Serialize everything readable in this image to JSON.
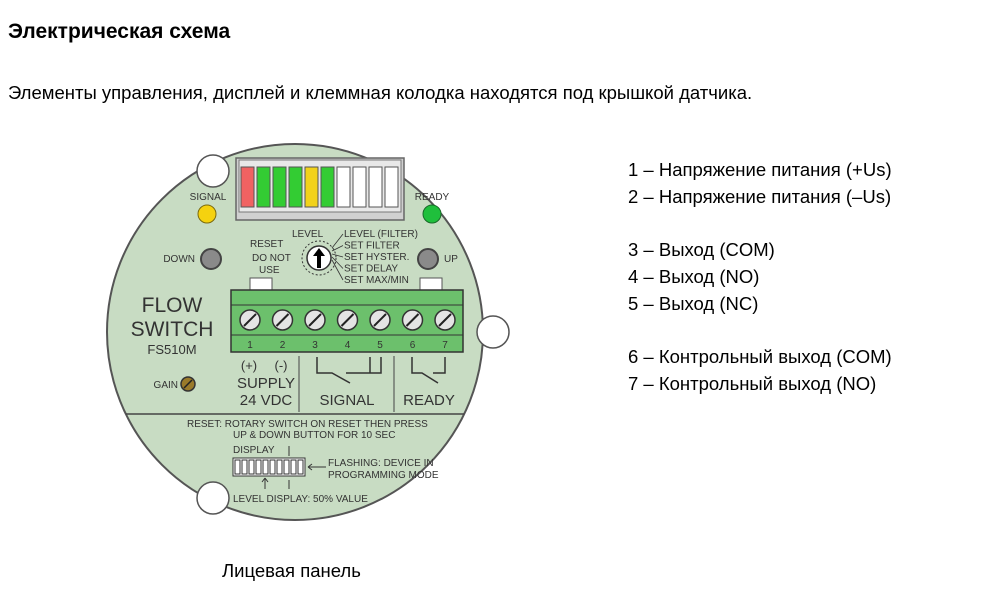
{
  "title": "Электрическая схема",
  "intro": "Элементы управления, дисплей и клеммная колодка находятся под крышкой датчика.",
  "caption": "Лицевая панель",
  "legend": [
    "1 – Напряжение питания (+Us)",
    "2 – Напряжение питания (–Us)",
    "3 – Выход (COM)",
    "4 – Выход  (NO)",
    "5 – Выход  (NC)",
    "6 – Контрольный выход (COM)",
    "7 – Контрольный выход (NO)"
  ],
  "panel": {
    "signal_label": "SIGNAL",
    "ready_label": "READY",
    "down_label": "DOWN",
    "up_label": "UP",
    "gain_label": "GAIN",
    "brand_line1": "FLOW",
    "brand_line2": "SWITCH",
    "model": "FS510M",
    "rotary_reset": "RESET",
    "rotary_level": "LEVEL",
    "rotary_do_not": "DO NOT",
    "rotary_use": "USE",
    "rotary_options": [
      "LEVEL (FILTER)",
      "SET FILTER",
      "SET HYSTER.",
      "SET DELAY",
      "SET MAX/MIN"
    ],
    "terminals": [
      "1",
      "2",
      "3",
      "4",
      "5",
      "6",
      "7"
    ],
    "supply_plus": "(+)",
    "supply_minus": "(-)",
    "supply_label": "SUPPLY",
    "supply_voltage": "24 VDC",
    "signal_group": "SIGNAL",
    "ready_group": "READY",
    "reset_note_line1": "RESET: ROTARY SWITCH ON RESET THEN PRESS",
    "reset_note_line2": "UP & DOWN BUTTON FOR 10 SEC",
    "display_label": "DISPLAY",
    "flashing_line1": "FLASHING: DEVICE IN",
    "flashing_line2": "PROGRAMMING MODE",
    "level_display": "LEVEL DISPLAY: 50% VALUE",
    "led_colors": [
      "#f06262",
      "#33cc33",
      "#33cc33",
      "#33cc33",
      "#f2d21a",
      "#33cc33",
      "#ffffff",
      "#ffffff",
      "#ffffff",
      "#ffffff"
    ],
    "signal_led_color": "#f5d20f",
    "ready_led_color": "#1fbf3c",
    "panel_color": "#c8dcc3",
    "terminal_block_color": "#6cc06c"
  }
}
